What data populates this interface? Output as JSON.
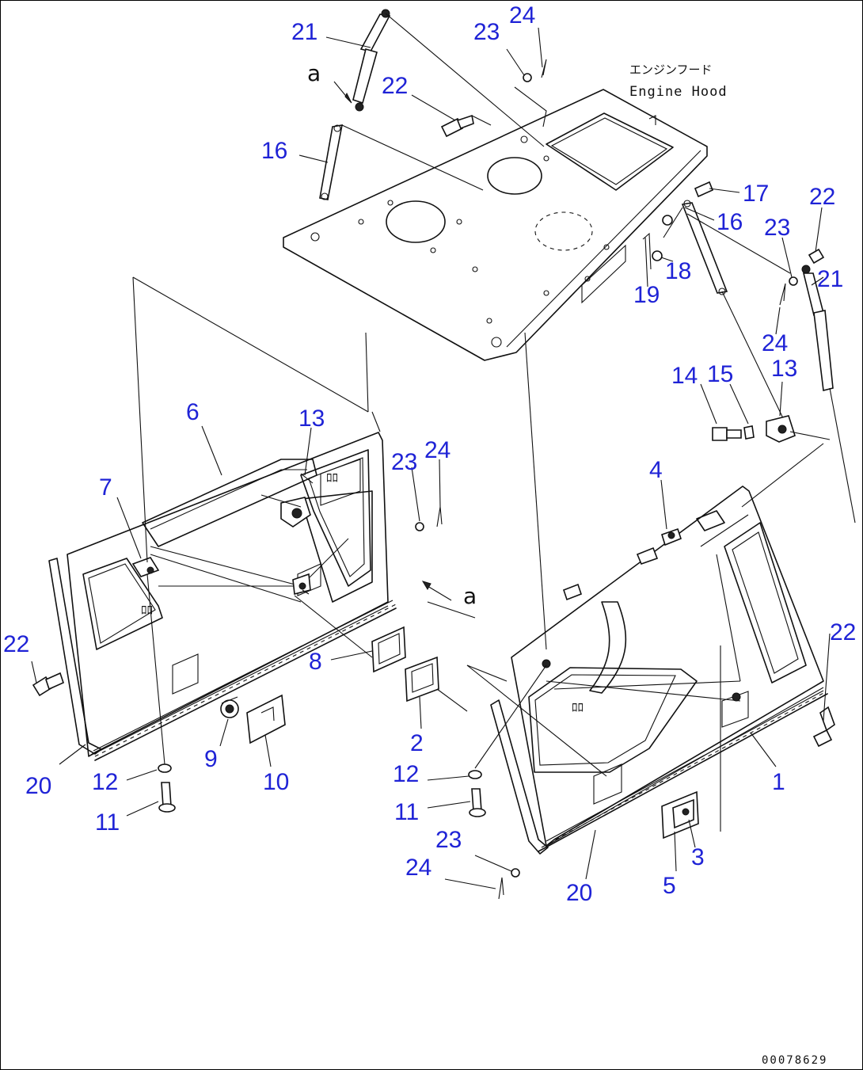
{
  "diagram": {
    "header_label_jp": "エンジンフード",
    "header_label_en": "Engine Hood",
    "reference_mark": "a",
    "doc_number": "00078629",
    "callouts": [
      {
        "id": "c21a",
        "text": "21"
      },
      {
        "id": "c24a",
        "text": "24"
      },
      {
        "id": "c23a",
        "text": "23"
      },
      {
        "id": "c22a",
        "text": "22"
      },
      {
        "id": "c16a",
        "text": "16"
      },
      {
        "id": "c17",
        "text": "17"
      },
      {
        "id": "c16b",
        "text": "16"
      },
      {
        "id": "c22b",
        "text": "22"
      },
      {
        "id": "c23b",
        "text": "23"
      },
      {
        "id": "c21b",
        "text": "21"
      },
      {
        "id": "c18",
        "text": "18"
      },
      {
        "id": "c19",
        "text": "19"
      },
      {
        "id": "c24b",
        "text": "24"
      },
      {
        "id": "c14",
        "text": "14"
      },
      {
        "id": "c15",
        "text": "15"
      },
      {
        "id": "c13b",
        "text": "13"
      },
      {
        "id": "c6",
        "text": "6"
      },
      {
        "id": "c13a",
        "text": "13"
      },
      {
        "id": "c23c",
        "text": "23"
      },
      {
        "id": "c24c",
        "text": "24"
      },
      {
        "id": "c7",
        "text": "7"
      },
      {
        "id": "c4",
        "text": "4"
      },
      {
        "id": "c22c",
        "text": "22"
      },
      {
        "id": "c22d",
        "text": "22"
      },
      {
        "id": "c8",
        "text": "8"
      },
      {
        "id": "c2",
        "text": "2"
      },
      {
        "id": "c9",
        "text": "9"
      },
      {
        "id": "c10",
        "text": "10"
      },
      {
        "id": "c20a",
        "text": "20"
      },
      {
        "id": "c12a",
        "text": "12"
      },
      {
        "id": "c12b",
        "text": "12"
      },
      {
        "id": "c1",
        "text": "1"
      },
      {
        "id": "c11a",
        "text": "11"
      },
      {
        "id": "c11b",
        "text": "11"
      },
      {
        "id": "c23d",
        "text": "23"
      },
      {
        "id": "c3",
        "text": "3"
      },
      {
        "id": "c24d",
        "text": "24"
      },
      {
        "id": "c20b",
        "text": "20"
      },
      {
        "id": "c5",
        "text": "5"
      }
    ]
  }
}
